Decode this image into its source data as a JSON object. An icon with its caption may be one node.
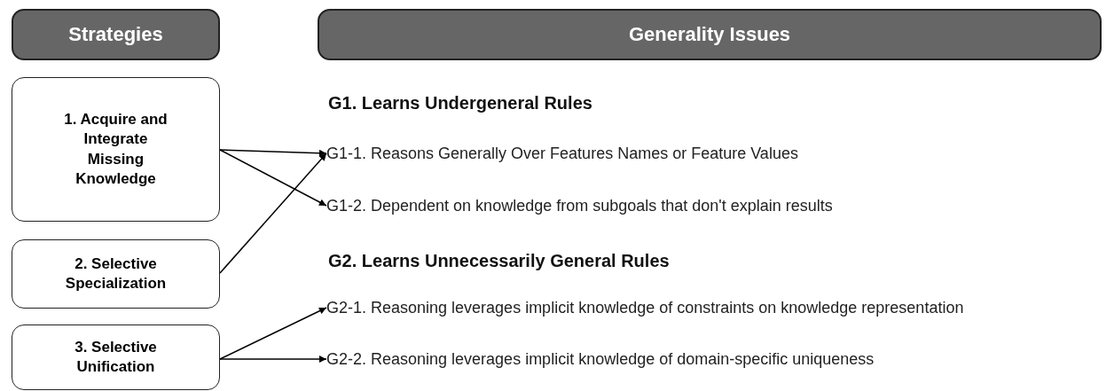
{
  "diagram": {
    "nodes": [
      {
        "text": [
          "Strategies"
        ]
      },
      {
        "text": [
          "Generality Issues"
        ]
      },
      {
        "text": [
          "1. Acquire and Integrate Missing Knowledge"
        ]
      },
      {
        "text": [
          "2. Selective Specialization"
        ]
      },
      {
        "text": [
          "3. Selective Unification"
        ]
      },
      {
        "text": [
          "G1-1. Reasons Generally Over Features Names or Feature Values"
        ]
      },
      {
        "text": [
          "G1-2. Dependent on knowledge from subgoals that don't explain results"
        ]
      },
      {
        "text": [
          "G2-1. Reasoning leverages implicit knowledge of constraints on knowledge representation"
        ]
      },
      {
        "text": [
          "G2-2. Reasoning leverages implicit knowledge of domain-specific uniqueness"
        ]
      }
    ],
    "edges": [
      {
        "from": 2,
        "to": 5,
        "arrow": "to"
      },
      {
        "from": 2,
        "to": 6,
        "arrow": "to"
      },
      {
        "from": 3,
        "to": 5,
        "arrow": "to"
      },
      {
        "from": 4,
        "to": 7,
        "arrow": "to"
      },
      {
        "from": 4,
        "to": 8,
        "arrow": "to"
      }
    ],
    "labels": [
      "G1. Learns Undergeneral Rules",
      "G2. Learns Unnecessarily General Rules"
    ]
  }
}
